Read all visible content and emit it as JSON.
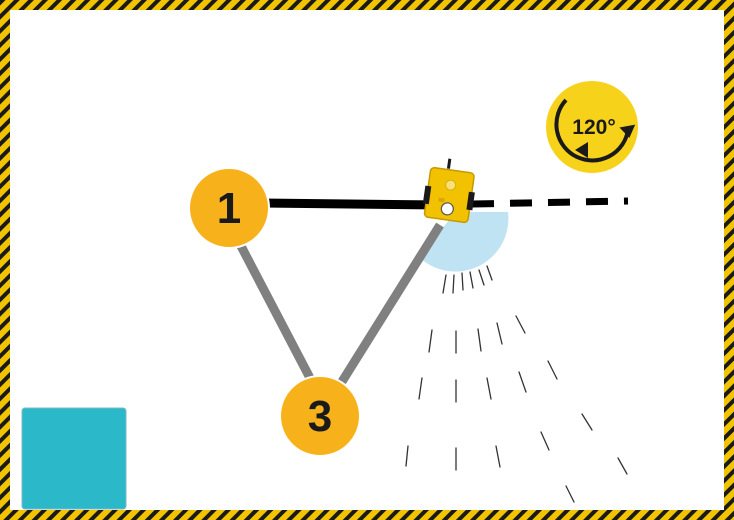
{
  "colors": {
    "hazard_yellow": "#f2c400",
    "hazard_black": "#1a1a1a",
    "marker_orange": "#f7b21b",
    "marker_text": "#1a1a1a",
    "path_solid": "#000000",
    "path_dashed": "#000000",
    "path_gray": "#808080",
    "robot_body": "#f2c200",
    "sensor_beam": "#b8e0f2",
    "rotation_badge": "#f7d21b",
    "target_square": "#2bb8c8"
  },
  "markers": [
    {
      "id": "marker-1",
      "label": "1"
    },
    {
      "id": "marker-3",
      "label": "3"
    }
  ],
  "rotation_badge": {
    "label": "120°",
    "icon": "rotate-counterclockwise-arrow-icon"
  },
  "robot": {
    "icon": "robot-icon"
  },
  "target_zone": {
    "icon": "target-square"
  }
}
